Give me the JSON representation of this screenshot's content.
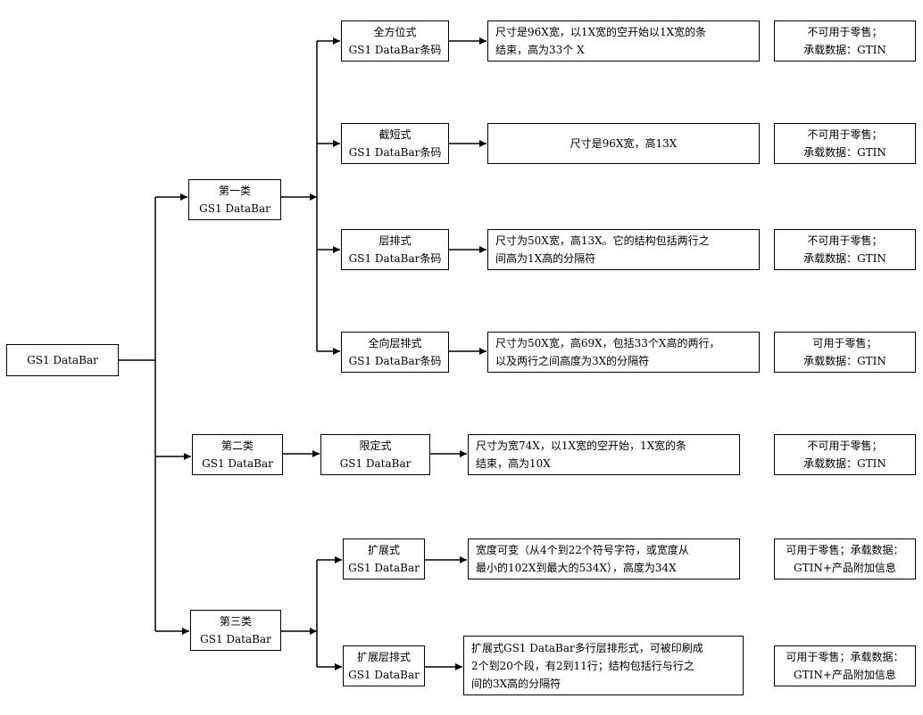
{
  "root": {
    "label": "GS1 DataBar"
  },
  "categories": [
    {
      "id": "cat1",
      "line1": "第一类",
      "line2": "GS1 DataBar"
    },
    {
      "id": "cat2",
      "line1": "第二类",
      "line2": "GS1 DataBar"
    },
    {
      "id": "cat3",
      "line1": "第三类",
      "line2": "GS1 DataBar"
    }
  ],
  "rows": [
    {
      "type1": "全方位式",
      "type2": "GS1 DataBar条码",
      "desc": [
        "尺寸是96X宽，以1X宽的空开始以1X宽的条",
        "结束，高为33个 X"
      ],
      "usage": [
        "不可用于零售；",
        "承载数据：GTIN"
      ]
    },
    {
      "type1": "截短式",
      "type2": "GS1 DataBar条码",
      "desc": [
        "尺寸是96X宽，高13X"
      ],
      "usage": [
        "不可用于零售；",
        "承载数据：GTIN"
      ]
    },
    {
      "type1": "层排式",
      "type2": "GS1 DataBar条码",
      "desc": [
        "尺寸为50X宽，高13X。它的结构包括两行之",
        "间高为1X高的分隔符"
      ],
      "usage": [
        "不可用于零售；",
        "承载数据：GTIN"
      ]
    },
    {
      "type1": "全向层排式",
      "type2": "GS1 DataBar条码",
      "desc": [
        "尺寸为50X宽，高69X，包括33个X高的两行，",
        "以及两行之间高度为3X的分隔符"
      ],
      "usage": [
        "可用于零售；",
        "承载数据：GTIN"
      ]
    },
    {
      "type1": "限定式",
      "type2": "GS1 DataBar",
      "desc": [
        "尺寸为宽74X，以1X宽的空开始，1X宽的条",
        "结束，高为10X"
      ],
      "usage": [
        "不可用于零售；",
        "承载数据：GTIN"
      ]
    },
    {
      "type1": "扩展式",
      "type2": "GS1 DataBar",
      "desc": [
        "宽度可变（从4个到22个符号字符，或宽度从",
        "最小的102X到最大的534X），高度为34X"
      ],
      "usage": [
        "可用于零售；承载数据：",
        "GTIN+产品附加信息"
      ]
    },
    {
      "type1": "扩展层排式",
      "type2": "GS1 DataBar",
      "desc": [
        "扩展式GS1 DataBar多行层排形式，可被印刷成",
        "2个到20个段，有2到11行；结构包括行与行之",
        "间的3X高的分隔符"
      ],
      "usage": [
        "可用于零售；承载数据：",
        "GTIN+产品附加信息"
      ]
    }
  ]
}
